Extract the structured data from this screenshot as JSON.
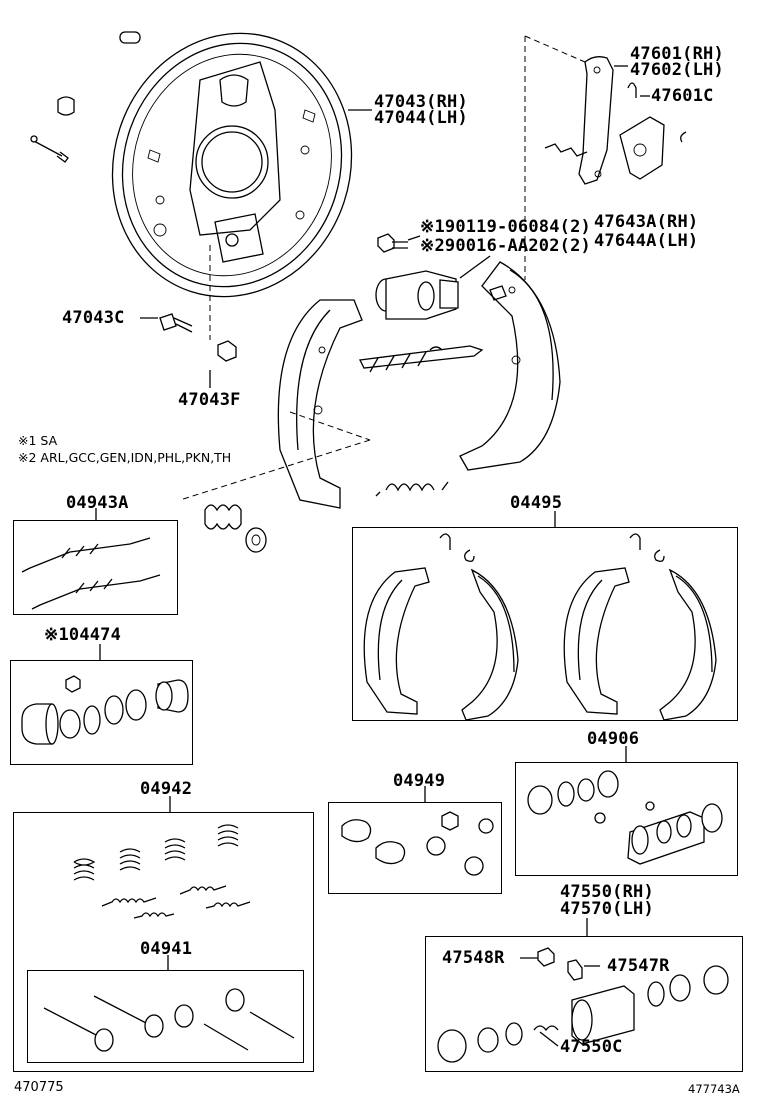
{
  "labels": {
    "p47601": "47601(RH)",
    "p47602": "47602(LH)",
    "p47601c": "47601C",
    "p47043": "47043(RH)",
    "p47044": "47044(LH)",
    "p47643a": "47643A(RH)",
    "p47644a": "47644A(LH)",
    "bolt1": "※190119-06084(2)",
    "bolt2": "※290016-AA202(2)",
    "p47043c": "47043C",
    "p47043f": "47043F",
    "p04943a": "04943A",
    "p04495": "04495",
    "p04474": "※104474",
    "p04942": "04942",
    "p04949": "04949",
    "p04906": "04906",
    "p47550": "47550(RH)",
    "p47570": "47570(LH)",
    "p47548r": "47548R",
    "p47547r": "47547R",
    "p04941": "04941",
    "p47550c": "47550C"
  },
  "notes": {
    "note1": "※1 SA",
    "note2": "※2 ARL,GCC,GEN,IDN,PHL,PKN,TH"
  },
  "footer": {
    "left": "470775",
    "right": "477743A"
  },
  "icons": {
    "backing_plate": "brake-backing-plate-icon",
    "shoe": "brake-shoe-icon",
    "cylinder": "wheel-cylinder-icon",
    "spring": "coil-spring-icon",
    "pin": "hold-down-pin-icon",
    "cup": "piston-cup-icon"
  }
}
